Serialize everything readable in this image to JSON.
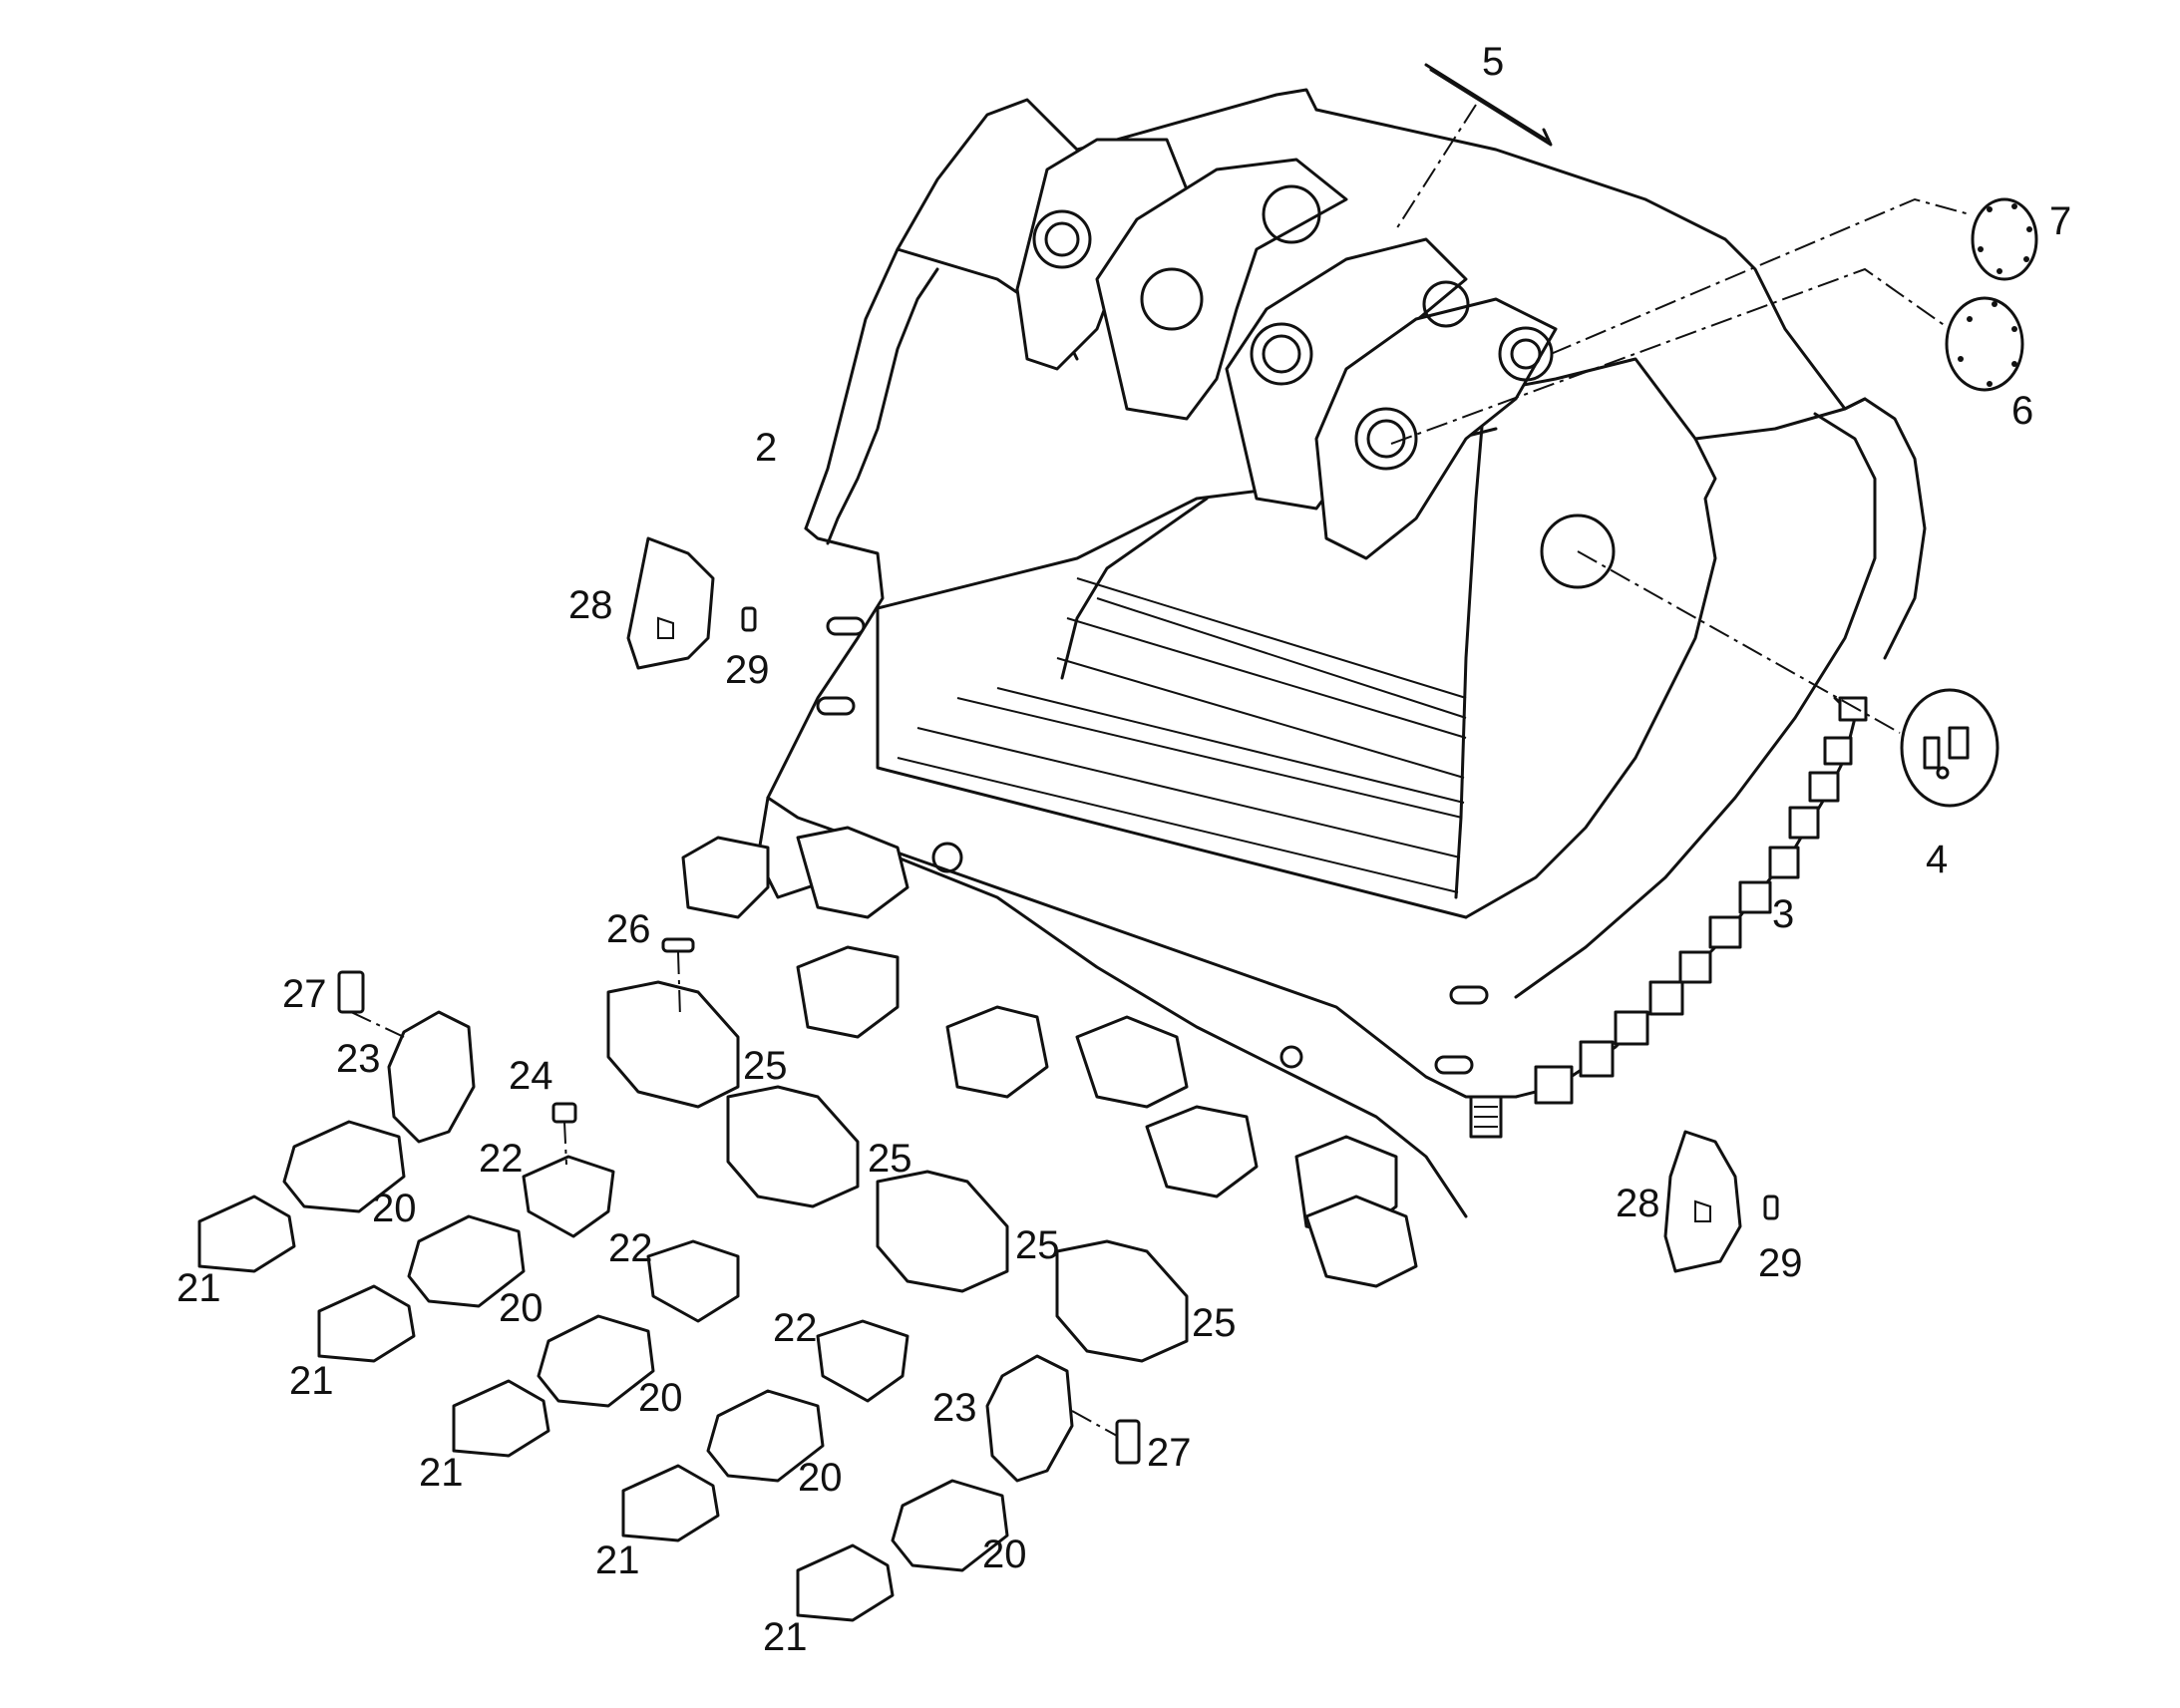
{
  "callouts": {
    "c2": "2",
    "c3": "3",
    "c4": "4",
    "c5": "5",
    "c6": "6",
    "c7": "7",
    "c20a": "20",
    "c20b": "20",
    "c20c": "20",
    "c20d": "20",
    "c20e": "20",
    "c21a": "21",
    "c21b": "21",
    "c21c": "21",
    "c21d": "21",
    "c21e": "21",
    "c22a": "22",
    "c22b": "22",
    "c22c": "22",
    "c23a": "23",
    "c23b": "23",
    "c24": "24",
    "c25a": "25",
    "c25b": "25",
    "c25c": "25",
    "c25d": "25",
    "c26": "26",
    "c27a": "27",
    "c27b": "27",
    "c28a": "28",
    "c28b": "28",
    "c29a": "29",
    "c29b": "29"
  }
}
